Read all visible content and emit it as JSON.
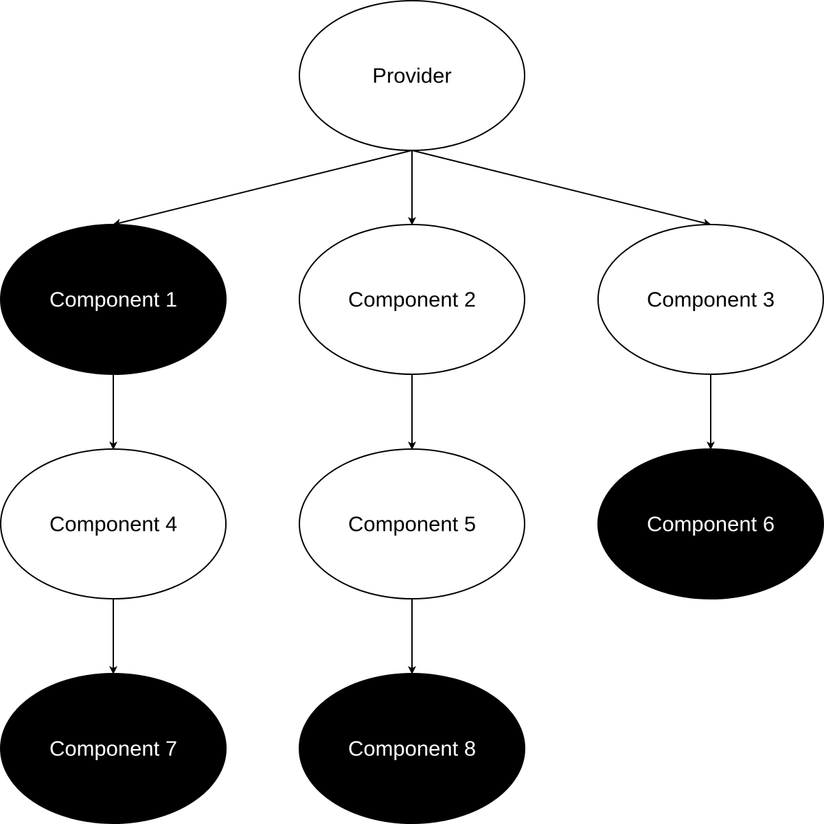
{
  "colors": {
    "stroke": "#000000",
    "filled": "#000000",
    "empty": "#ffffff",
    "text_on_filled": "#ffffff",
    "text_on_empty": "#000000"
  },
  "nodes": [
    {
      "id": "provider",
      "label": "Provider",
      "filled": false
    },
    {
      "id": "component-1",
      "label": "Component 1",
      "filled": true
    },
    {
      "id": "component-2",
      "label": "Component 2",
      "filled": false
    },
    {
      "id": "component-3",
      "label": "Component 3",
      "filled": false
    },
    {
      "id": "component-4",
      "label": "Component 4",
      "filled": false
    },
    {
      "id": "component-5",
      "label": "Component 5",
      "filled": false
    },
    {
      "id": "component-6",
      "label": "Component 6",
      "filled": true
    },
    {
      "id": "component-7",
      "label": "Component 7",
      "filled": true
    },
    {
      "id": "component-8",
      "label": "Component 8",
      "filled": true
    }
  ],
  "edges": [
    {
      "from": "provider",
      "to": "component-1"
    },
    {
      "from": "provider",
      "to": "component-2"
    },
    {
      "from": "provider",
      "to": "component-3"
    },
    {
      "from": "component-1",
      "to": "component-4"
    },
    {
      "from": "component-2",
      "to": "component-5"
    },
    {
      "from": "component-3",
      "to": "component-6"
    },
    {
      "from": "component-4",
      "to": "component-7"
    },
    {
      "from": "component-5",
      "to": "component-8"
    }
  ]
}
